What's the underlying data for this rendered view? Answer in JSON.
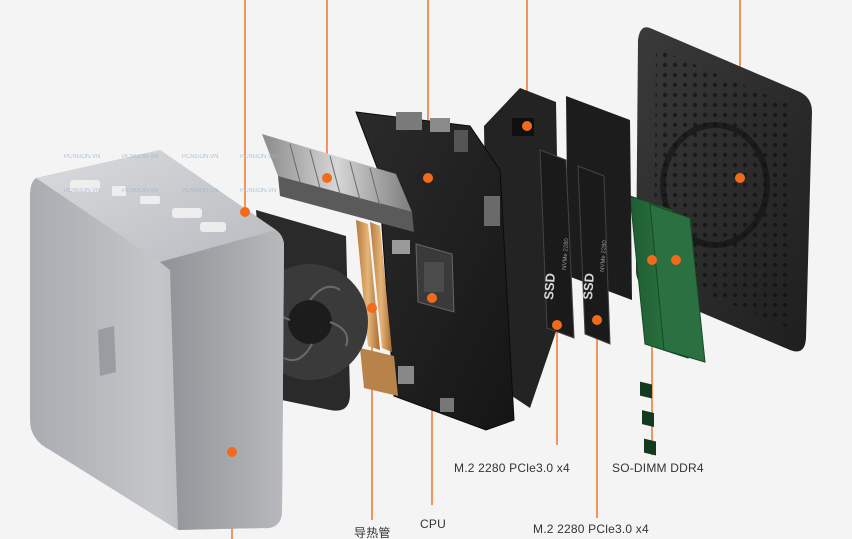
{
  "labels": {
    "m2_first": "M.2 2280 PCle3.0 x4",
    "m2_second": "M.2 2280 PCle3.0 x4",
    "sodimm": "SO-DIMM DDR4",
    "cpu": "CPU",
    "heatpipe": "导热管"
  },
  "watermark": "PCNGON.VN",
  "ssd_text": "SSD",
  "ssd_sub": "NVMe 2280",
  "colors": {
    "accent": "#f26b1d",
    "background": "#f4f4f4"
  }
}
